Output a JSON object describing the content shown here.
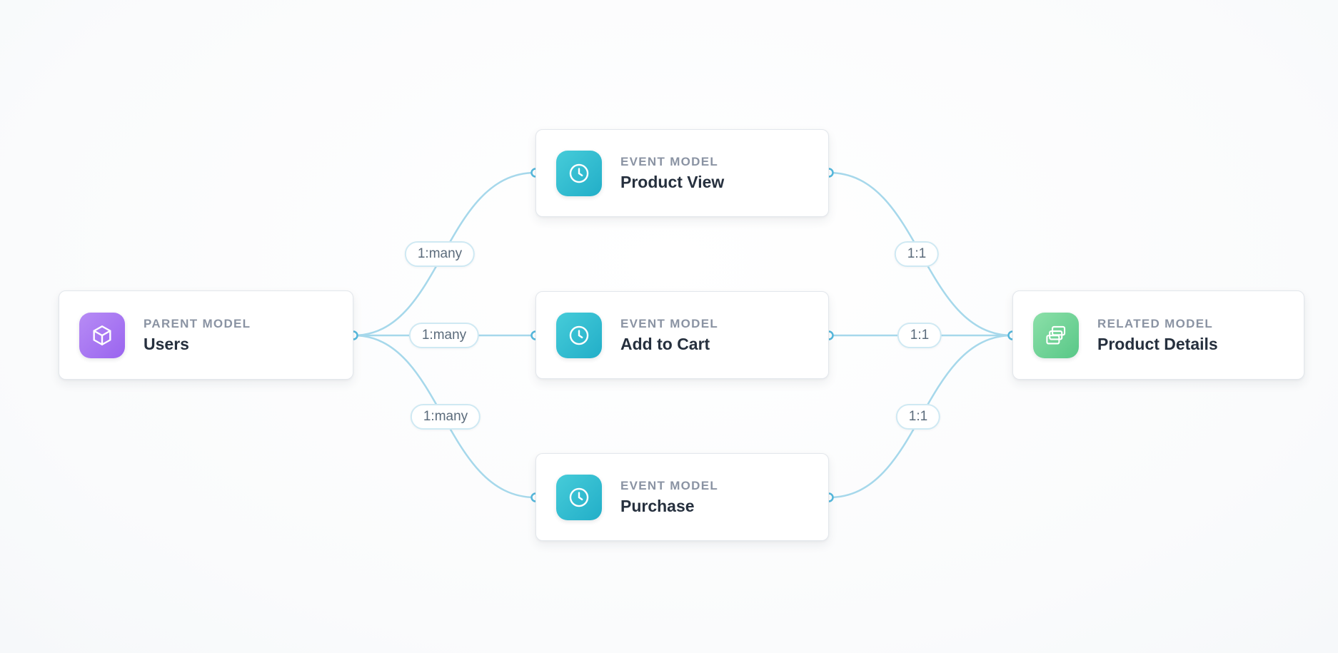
{
  "diagram": {
    "top_bar_color": "#2fb5c6",
    "background": "#fbfcfd",
    "connector_color": "#a6d8eb",
    "dot_border_color": "#55b9dd"
  },
  "nodes": {
    "parent": {
      "kind": "PARENT MODEL",
      "title": "Users",
      "icon": "cube-icon",
      "accent_from": "#b78cf5",
      "accent_to": "#9a64ef"
    },
    "event1": {
      "kind": "EVENT MODEL",
      "title": "Product View",
      "icon": "clock-icon",
      "accent_from": "#46ccd9",
      "accent_to": "#22aec8"
    },
    "event2": {
      "kind": "EVENT MODEL",
      "title": "Add to Cart",
      "icon": "clock-icon",
      "accent_from": "#46ccd9",
      "accent_to": "#22aec8"
    },
    "event3": {
      "kind": "EVENT MODEL",
      "title": "Purchase",
      "icon": "clock-icon",
      "accent_from": "#46ccd9",
      "accent_to": "#22aec8"
    },
    "related": {
      "kind": "RELATED MODEL",
      "title": "Product Details",
      "icon": "layers-icon",
      "accent_from": "#8ce0a9",
      "accent_to": "#58c787"
    }
  },
  "edges": {
    "users_to_product_view": {
      "label": "1:many"
    },
    "users_to_add_to_cart": {
      "label": "1:many"
    },
    "users_to_purchase": {
      "label": "1:many"
    },
    "product_view_to_details": {
      "label": "1:1"
    },
    "add_to_cart_to_details": {
      "label": "1:1"
    },
    "purchase_to_details": {
      "label": "1:1"
    }
  }
}
